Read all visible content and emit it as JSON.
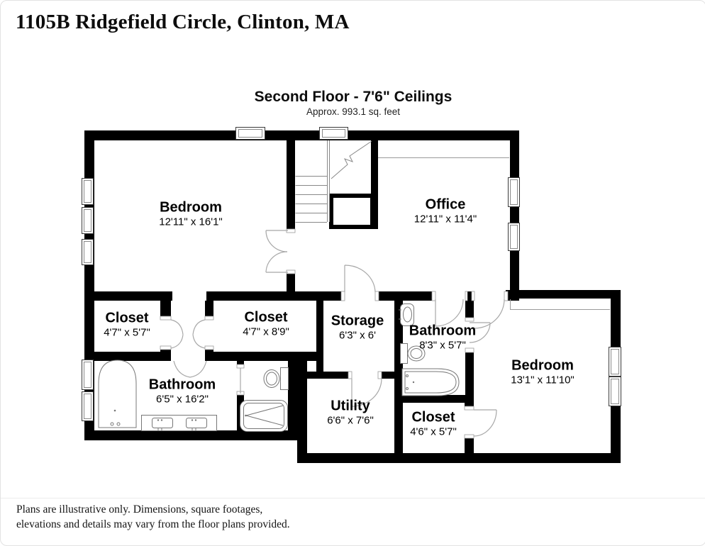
{
  "header": {
    "address": "1105B Ridgefield Circle, Clinton, MA"
  },
  "plan": {
    "floor_title": "Second Floor - 7'6\" Ceilings",
    "floor_area_note": "Approx. 993.1 sq. feet",
    "rooms": [
      {
        "name": "Bedroom",
        "dims": "12'11\" x 16'1\""
      },
      {
        "name": "Office",
        "dims": "12'11\" x 11'4\""
      },
      {
        "name": "Closet",
        "dims": "4'7\" x 5'7\""
      },
      {
        "name": "Closet",
        "dims": "4'7\" x 8'9\""
      },
      {
        "name": "Storage",
        "dims": "6'3\" x 6'"
      },
      {
        "name": "Bathroom",
        "dims": "8'3\" x 5'7\""
      },
      {
        "name": "Bedroom",
        "dims": "13'1\" x 11'10\""
      },
      {
        "name": "Bathroom",
        "dims": "6'5\" x 16'2\""
      },
      {
        "name": "Utility",
        "dims": "6'6\" x 7'6\""
      },
      {
        "name": "Closet",
        "dims": "4'6\" x 5'7\""
      }
    ]
  },
  "footer": {
    "line1": "Plans are illustrative only. Dimensions, square footages,",
    "line2": "elevations and details may vary from the floor plans provided."
  }
}
